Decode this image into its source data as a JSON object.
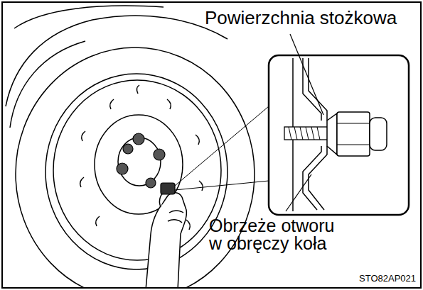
{
  "diagram": {
    "labels": [
      "Powierzchnia stożkowa",
      "Obrzeże otworu w obręczy koła",
      "STO82AP021"
    ]
  }
}
